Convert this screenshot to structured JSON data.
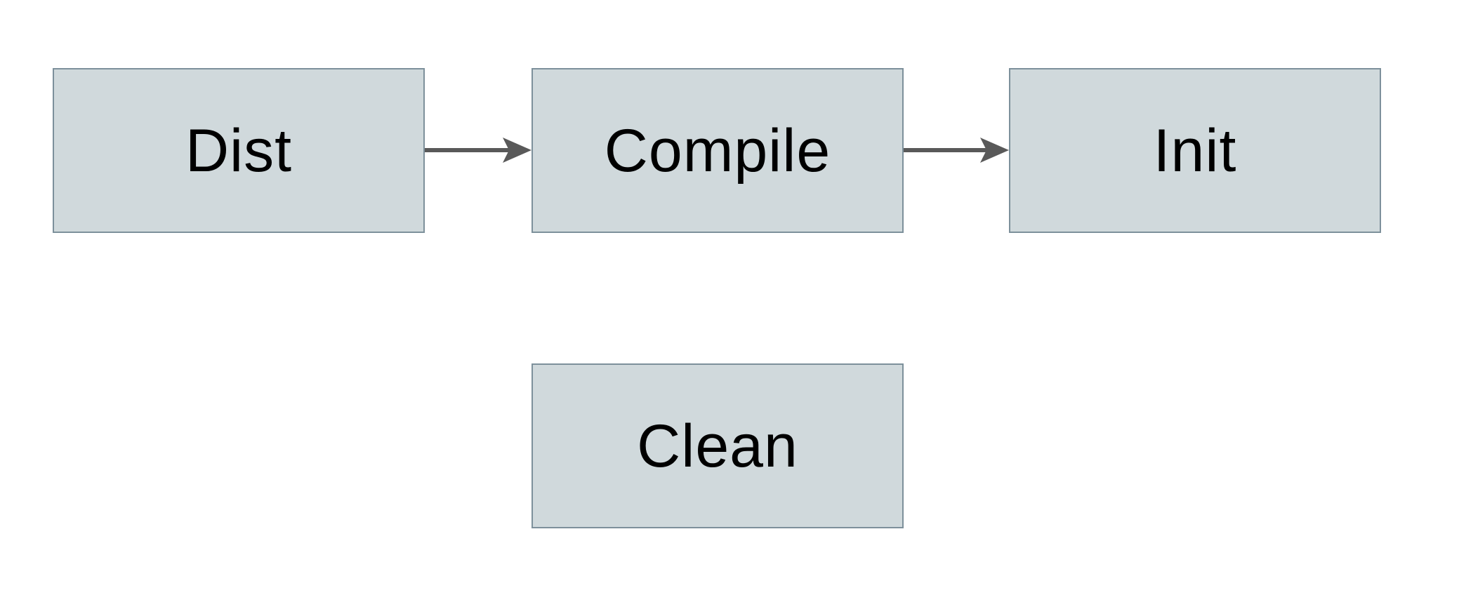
{
  "diagram": {
    "type": "flowchart",
    "background_color": "#ffffff",
    "node_fill_color": "#d0d9dc",
    "node_border_color": "#7d909b",
    "arrow_color": "#595959",
    "label_color": "#000000",
    "nodes": [
      {
        "id": "dist",
        "label": "Dist",
        "row": 1
      },
      {
        "id": "compile",
        "label": "Compile",
        "row": 1
      },
      {
        "id": "init",
        "label": "Init",
        "row": 1
      },
      {
        "id": "clean",
        "label": "Clean",
        "row": 2
      }
    ],
    "edges": [
      {
        "from": "Dist",
        "to": "Compile",
        "direction": "right"
      },
      {
        "from": "Compile",
        "to": "Init",
        "direction": "right"
      }
    ]
  }
}
